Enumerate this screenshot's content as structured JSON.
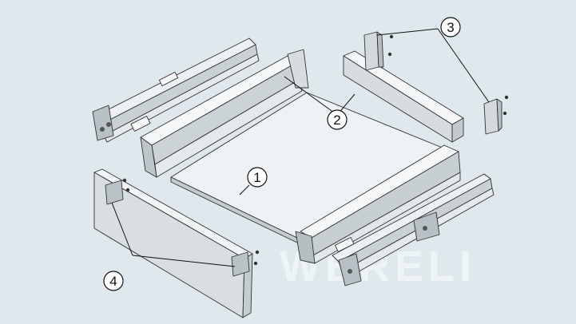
{
  "diagram": {
    "watermark": "WERELI",
    "callouts": [
      {
        "id": "1",
        "label": "1"
      },
      {
        "id": "2",
        "label": "2"
      },
      {
        "id": "3",
        "label": "3"
      },
      {
        "id": "4",
        "label": "4"
      }
    ],
    "colors": {
      "background": "#dfe9ed",
      "panel_light": "#f4f6f7",
      "panel_mid": "#d9dfe2",
      "panel_dark": "#b9c2c7",
      "outline": "#333333",
      "callout_fill": "#ffffff"
    }
  }
}
